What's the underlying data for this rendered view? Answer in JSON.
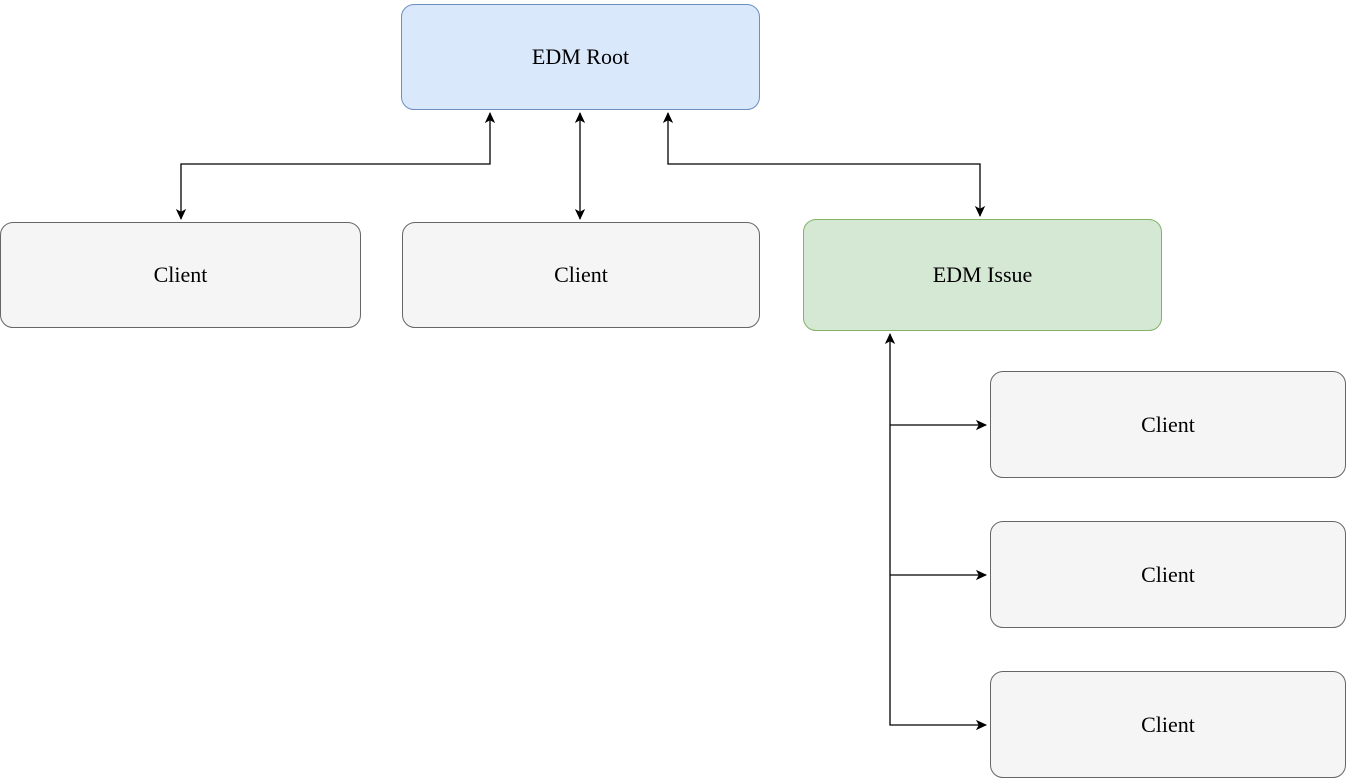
{
  "diagram": {
    "background_color": "#ffffff",
    "connector_color": "#000000",
    "nodes": {
      "edm_root": {
        "label": "EDM Root",
        "fill": "#dae8fc",
        "border": "#6c8ebf",
        "text_color": "#000000"
      },
      "client_left": {
        "label": "Client",
        "fill": "#f5f5f5",
        "border": "#666666",
        "text_color": "#000000"
      },
      "client_center": {
        "label": "Client",
        "fill": "#f5f5f5",
        "border": "#666666",
        "text_color": "#000000"
      },
      "edm_issue": {
        "label": "EDM Issue",
        "fill": "#d5e8d4",
        "border": "#82b366",
        "text_color": "#000000"
      },
      "client_right_top": {
        "label": "Client",
        "fill": "#f5f5f5",
        "border": "#666666",
        "text_color": "#000000"
      },
      "client_right_middle": {
        "label": "Client",
        "fill": "#f5f5f5",
        "border": "#666666",
        "text_color": "#000000"
      },
      "client_right_bottom": {
        "label": "Client",
        "fill": "#f5f5f5",
        "border": "#666666",
        "text_color": "#000000"
      }
    },
    "edges": [
      {
        "from": "edm_root",
        "to": "client_left",
        "direction": "bidirectional",
        "shape": "elbow"
      },
      {
        "from": "edm_root",
        "to": "client_center",
        "direction": "bidirectional",
        "shape": "straight"
      },
      {
        "from": "edm_root",
        "to": "edm_issue",
        "direction": "bidirectional",
        "shape": "elbow"
      },
      {
        "from": "client_right_top",
        "to": "edm_issue",
        "direction": "one-way-into-edm-issue",
        "shape": "trunk-branch"
      },
      {
        "from": "client_right_middle",
        "to": "edm_issue",
        "direction": "one-way-into-edm-issue",
        "shape": "trunk-branch"
      },
      {
        "from": "client_right_bottom",
        "to": "edm_issue",
        "direction": "one-way-into-edm-issue",
        "shape": "trunk-branch"
      }
    ]
  }
}
